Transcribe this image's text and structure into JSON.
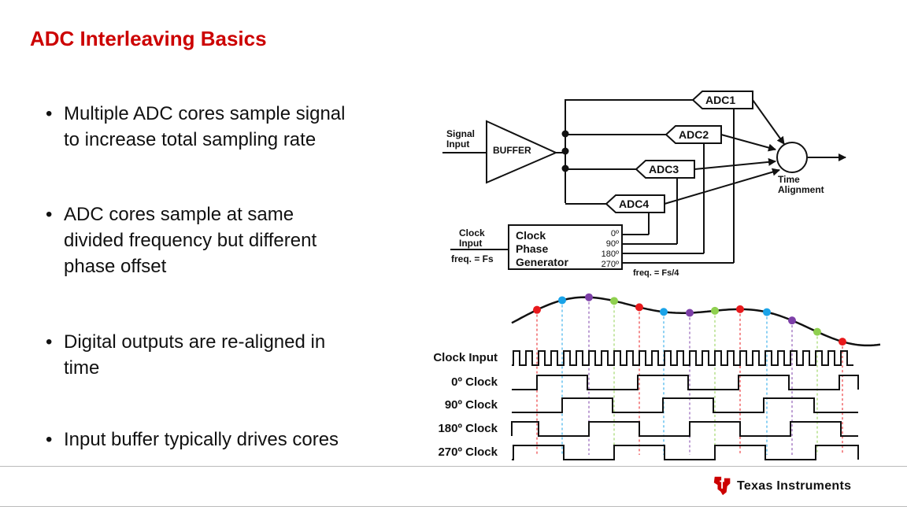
{
  "slide": {
    "title": "ADC Interleaving Basics"
  },
  "bullets": [
    "Multiple ADC cores sample signal to increase total sampling rate",
    "ADC cores sample at same divided frequency but different phase offset",
    "Digital outputs are re-aligned in time",
    "Input buffer typically drives cores"
  ],
  "bullet_lines": [
    [
      "Multiple ADC cores sample signal",
      "to increase total sampling rate"
    ],
    [
      "ADC cores sample at same",
      "divided frequency but different",
      "phase offset"
    ],
    [
      "Digital outputs are re-aligned in",
      "time"
    ],
    [
      "Input buffer typically drives cores"
    ]
  ],
  "block_diagram": {
    "signal_input": "Signal Input",
    "signal_input_lines": [
      "Signal",
      "Input"
    ],
    "buffer": "BUFFER",
    "adcs": [
      "ADC1",
      "ADC2",
      "ADC3",
      "ADC4"
    ],
    "time_alignment": "Time Alignment",
    "time_alignment_lines": [
      "Time",
      "Alignment"
    ],
    "clock_input": "Clock Input",
    "clock_input_lines": [
      "Clock",
      "Input"
    ],
    "clock_freq": "freq. = Fs",
    "generator": "Clock Phase Generator",
    "generator_lines": [
      "Clock",
      "Phase",
      "Generator"
    ],
    "phases": [
      "0º",
      "90º",
      "180º",
      "270º"
    ],
    "divided_freq": "freq. = Fs/4"
  },
  "timing_diagram": {
    "rows": [
      "Clock Input",
      "0º Clock",
      "90º Clock",
      "180º Clock",
      "270º Clock"
    ],
    "phase_colors": [
      "#e8191c",
      "#1aa3e8",
      "#7d3fa8",
      "#8fd04f"
    ]
  },
  "footer": {
    "company": "Texas Instruments",
    "logo_color": "#cc0000"
  }
}
